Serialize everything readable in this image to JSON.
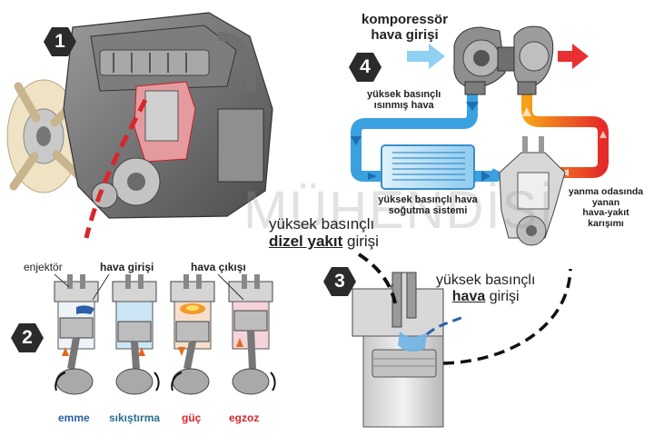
{
  "badges": {
    "b1": "1",
    "b2": "2",
    "b3": "3",
    "b4": "4"
  },
  "watermark": "MÜHENDİSİ",
  "turbo": {
    "comp_line1": "komporessör",
    "comp_line2": "hava girişi",
    "hot_air_line1": "yüksek basınçlı",
    "hot_air_line2": "ısınmış hava",
    "cooler_line1": "yüksek basınçlı hava",
    "cooler_line2": "soğutma sistemi",
    "mix_line1": "yanma odasında",
    "mix_line2": "yanan",
    "mix_line3": "hava-yakıt",
    "mix_line4": "karışımı"
  },
  "fuel": {
    "line1": "yüksek basınçlı",
    "line2_bold": "dizel yakıt",
    "line2_rest": "girişi"
  },
  "air": {
    "line1": "yüksek basınçlı",
    "line2_bold": "hava",
    "line2_rest": "girişi"
  },
  "strokes": {
    "injector": "enjektör",
    "air_in": "hava girişi",
    "air_out": "hava çıkışı",
    "s1": "emme",
    "s2": "sıkıştırma",
    "s3": "güç",
    "s4": "egzoz"
  },
  "colors": {
    "badge": "#2b2b2b",
    "cold_air": "#3aa0e0",
    "hot_air": "#e83030",
    "intake": "#2d5fa8",
    "compression": "#2a6f8f",
    "power": "#d8262c",
    "exhaust": "#d8262c"
  }
}
